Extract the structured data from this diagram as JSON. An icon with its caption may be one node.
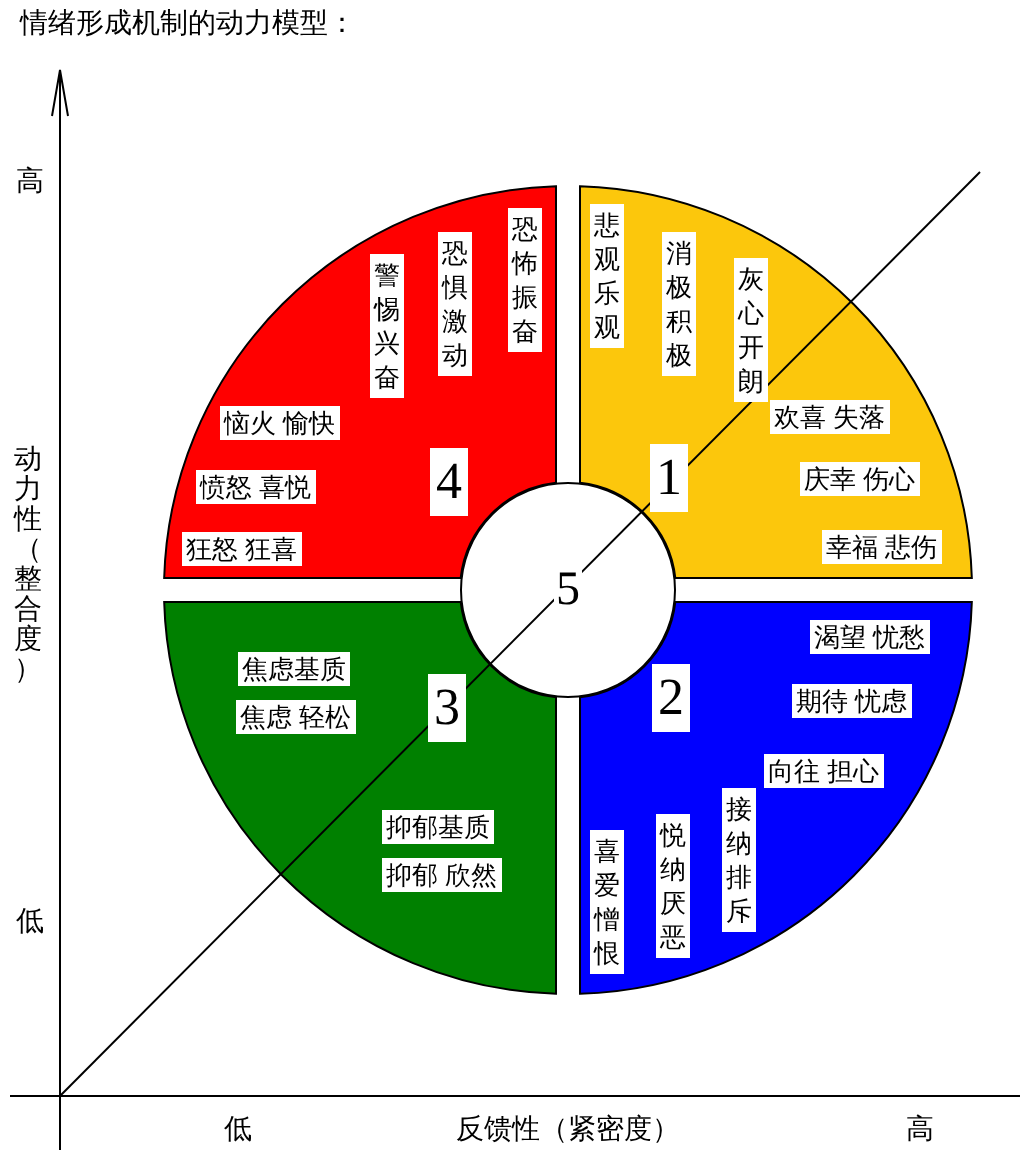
{
  "diagram": {
    "title": "情绪形成机制的动力模型：",
    "nodes": [
      {
        "text": [
          "4",
          "恐怖振奋",
          "恐惧激动",
          "警惕兴奋",
          "恼火 愉快",
          "愤怒 喜悦",
          "狂怒 狂喜"
        ]
      },
      {
        "text": [
          "1",
          "悲观乐观",
          "消极积极",
          "灰心开朗",
          "欢喜 失落",
          "庆幸 伤心",
          "幸福 悲伤"
        ]
      },
      {
        "text": [
          "5"
        ]
      },
      {
        "text": [
          "3",
          "焦虑基质",
          "焦虑 轻松",
          "抑郁基质",
          "抑郁 欣然"
        ]
      },
      {
        "text": [
          "2",
          "渴望 忧愁",
          "期待 忧虑",
          "向往 担心",
          "接纳排斥",
          "悦纳厌恶",
          "喜爱憎恨"
        ]
      }
    ],
    "labels": [
      "高",
      "动力性（整合度）",
      "低",
      "低",
      "反馈性（紧密度）",
      "高"
    ]
  }
}
